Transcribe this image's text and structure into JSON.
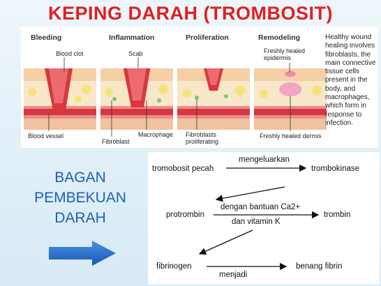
{
  "title": "KEPING DARAH (TROMBOSIT)",
  "wound_panel": {
    "stages": [
      "Bleeding",
      "Inflammation",
      "Proliferation",
      "Remodeling"
    ],
    "callouts": {
      "blood_clot": "Blood clot",
      "blood_vessel": "Blood vessel",
      "scab": "Scab",
      "fibroblast": "Fibroblast",
      "macrophage": "Macrophage",
      "fibroblasts_proliferating_1": "Fibroblasts",
      "fibroblasts_proliferating_2": "proliferating",
      "healed_epidermis_1": "Freshly healed",
      "healed_epidermis_2": "epidermis",
      "healed_dermis": "Freshly healed dermis"
    },
    "description": "Healthy wound healing involves fibroblasts, the main connective tissue cells present in the body, and macrophages, which form in response to infection."
  },
  "bagan": {
    "line1": "BAGAN",
    "line2": "PEMBEKUAN",
    "line3": "DARAH"
  },
  "flow": {
    "n1": "tromobosit pecah",
    "e1": "mengeluarkan",
    "n2": "trombokinase",
    "n3": "protrombin",
    "e2a": "dengan bantuan Ca2+",
    "e2b": "dan vitamin K",
    "n4": "trombin",
    "n5": "fibrinogen",
    "e3": "menjadi",
    "n6": "benang fibrin"
  },
  "colors": {
    "title": "#e02020",
    "bagan_text": "#1c5fb8",
    "arrow": "#1c6fd0",
    "skin_top": "#f5cfa6",
    "clot": "#d9363e"
  }
}
